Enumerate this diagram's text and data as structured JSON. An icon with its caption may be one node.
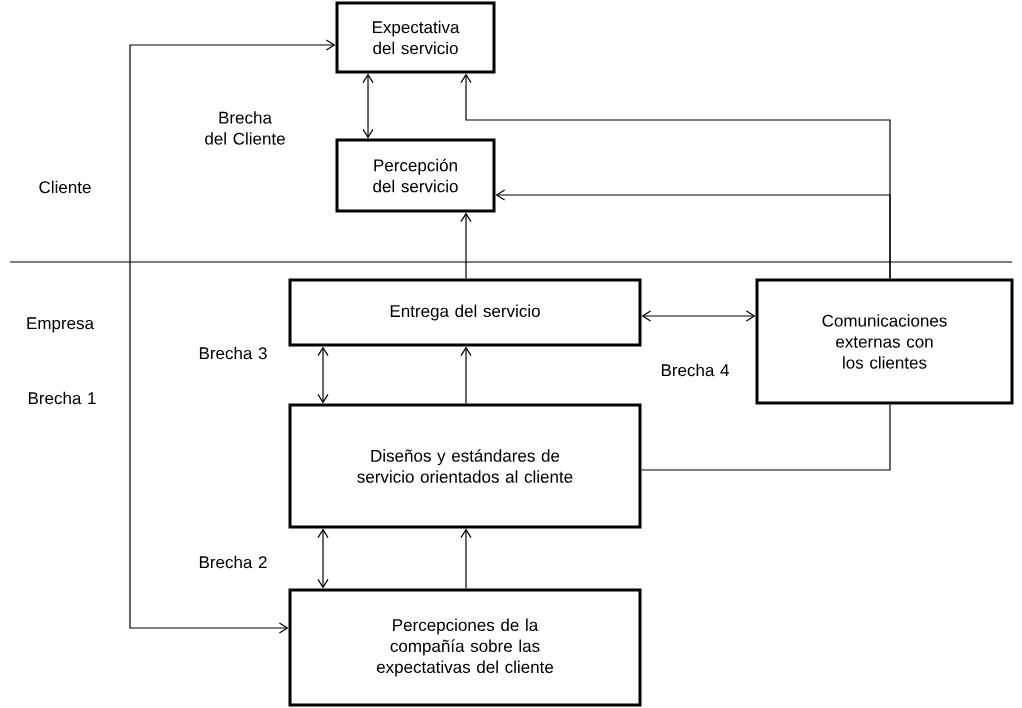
{
  "diagram": {
    "nodes": [
      {
        "text": [
          "Expectativa del servicio"
        ]
      },
      {
        "text": [
          "Percepción del servicio"
        ]
      },
      {
        "text": [
          "Entrega del servicio"
        ]
      },
      {
        "text": [
          "Comunicaciones externas con los clientes"
        ]
      },
      {
        "text": [
          "Diseños y estándares de servicio orientados al cliente"
        ]
      },
      {
        "text": [
          "Percepciones de la compañía sobre las expectativas del cliente"
        ]
      }
    ],
    "edges": [
      {
        "from": 0,
        "to": 1,
        "arrow": "both",
        "label": "Brecha del Cliente"
      },
      {
        "from": 2,
        "to": 1,
        "arrow": "to"
      },
      {
        "from": 2,
        "to": 3,
        "arrow": "both",
        "label": "Brecha 4"
      },
      {
        "from": 4,
        "to": 2,
        "arrow": "both",
        "label": "Brecha 3"
      },
      {
        "from": 4,
        "to": 2,
        "arrow": "to"
      },
      {
        "from": 5,
        "to": 4,
        "arrow": "both",
        "label": "Brecha 2"
      },
      {
        "from": 5,
        "to": 4,
        "arrow": "to"
      },
      {
        "from": 5,
        "to": 0,
        "arrow": "both",
        "label": "Brecha 1"
      },
      {
        "from": 3,
        "to": 0,
        "arrow": "to"
      },
      {
        "from": 3,
        "to": 1,
        "arrow": "to"
      },
      {
        "from": 4,
        "to": 3,
        "arrow": "none"
      }
    ],
    "labels": [
      "Cliente",
      "Empresa"
    ]
  }
}
